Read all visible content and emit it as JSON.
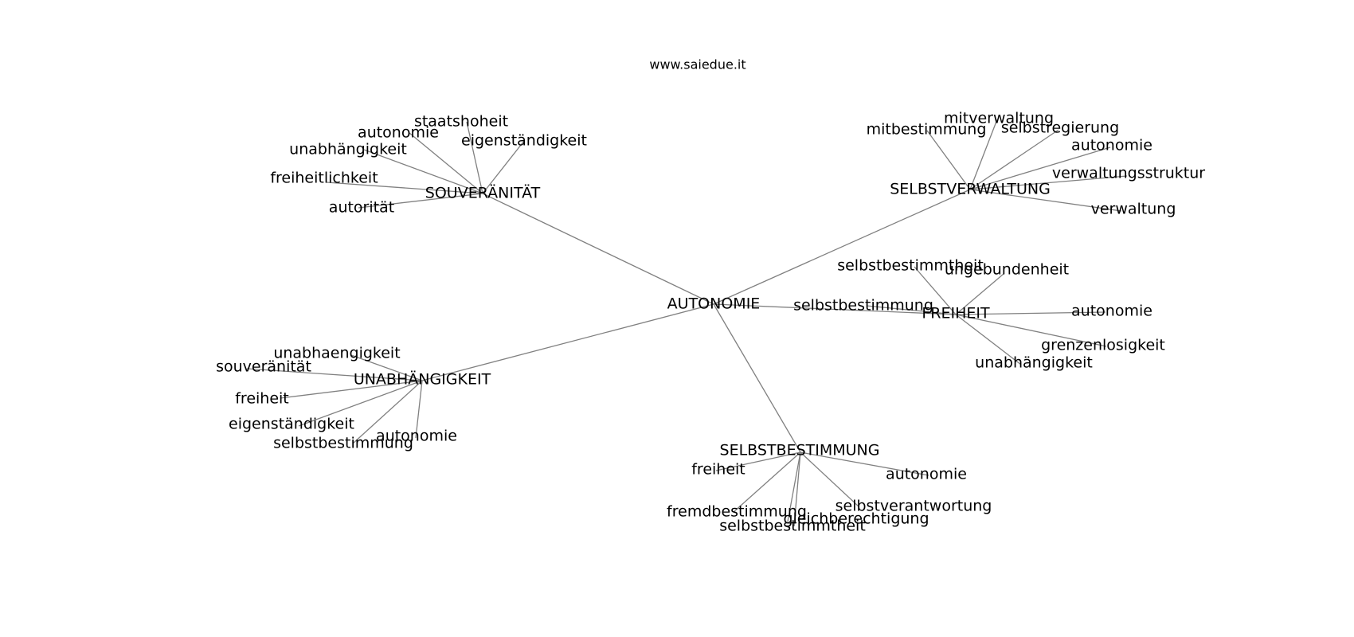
{
  "site": "www.saiedue.it",
  "root": "AUTONOMIE",
  "branches": [
    {
      "label": "SOUVERÄNITÄT",
      "children": [
        "staatshoheit",
        "autonomie",
        "eigenständigkeit",
        "unabhängigkeit",
        "freiheitlichkeit",
        "autorität"
      ]
    },
    {
      "label": "SELBSTVERWALTUNG",
      "children": [
        "mitverwaltung",
        "mitbestimmung",
        "selbstregierung",
        "autonomie",
        "verwaltungsstruktur",
        "verwaltung"
      ]
    },
    {
      "label": "FREIHEIT",
      "children": [
        "selbstbestimmtheit",
        "ungebundenheit",
        "selbstbestimmung",
        "autonomie",
        "grenzenlosigkeit",
        "unabhängigkeit"
      ]
    },
    {
      "label": "UNABHÄNGIGKEIT",
      "children": [
        "unabhaengigkeit",
        "souveränität",
        "freiheit",
        "eigenständigkeit",
        "selbstbestimmung",
        "autonomie"
      ]
    },
    {
      "label": "SELBSTBESTIMMUNG",
      "children": [
        "freiheit",
        "autonomie",
        "selbstverantwortung",
        "fremdbestimmung",
        "gleichberechtigung",
        "selbstbestimmtheit"
      ]
    }
  ]
}
